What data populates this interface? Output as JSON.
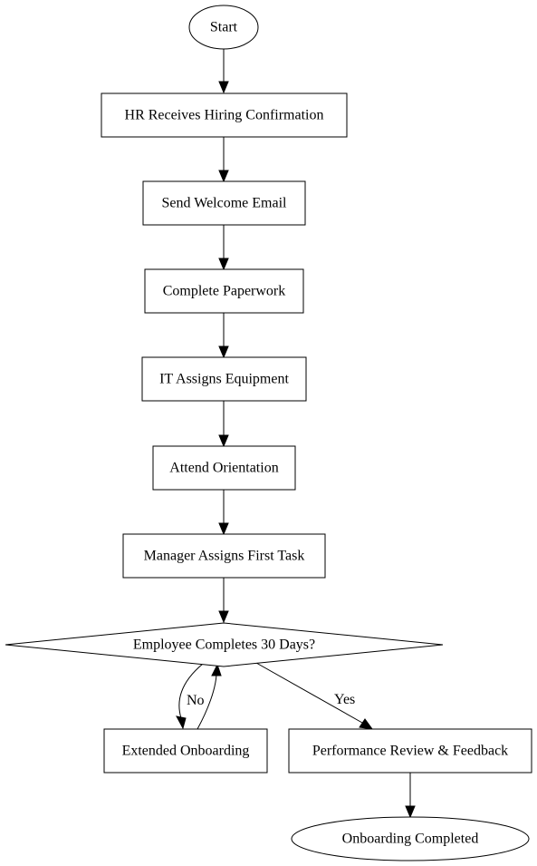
{
  "diagram": {
    "nodes": {
      "start": "Start",
      "hr": "HR Receives Hiring Confirmation",
      "email": "Send Welcome Email",
      "paperwork": "Complete Paperwork",
      "it": "IT Assigns Equipment",
      "orientation": "Attend Orientation",
      "task": "Manager Assigns First Task",
      "decision": "Employee Completes 30 Days?",
      "extended": "Extended Onboarding",
      "review": "Performance Review & Feedback",
      "completed": "Onboarding Completed"
    },
    "edge_labels": {
      "no": "No",
      "yes": "Yes"
    }
  }
}
